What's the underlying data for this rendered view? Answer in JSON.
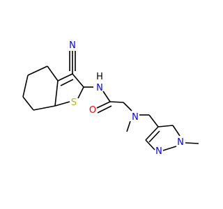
{
  "molecule": {
    "colors": {
      "carbon_bond": "#000000",
      "nitrogen": "#0000ff",
      "oxygen": "#ff0000",
      "sulfur": "#b8b800",
      "hydrogen_on_n": "#000000"
    },
    "atom_labels": {
      "nitrile_n": "N",
      "amide_nh_n": "N",
      "amide_nh_h": "H",
      "thiophene_s": "S",
      "carbonyl_o": "O",
      "tertiary_n": "N",
      "pyrazole_n1": "N",
      "pyrazole_n2": "N"
    }
  }
}
